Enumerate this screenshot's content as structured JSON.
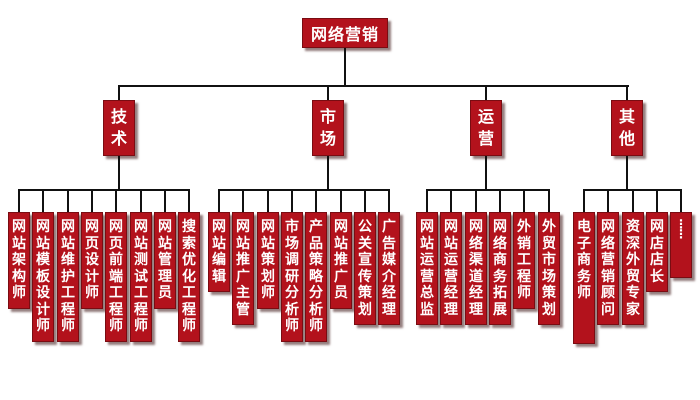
{
  "root": "网络营销",
  "categories": [
    {
      "label": "技术",
      "children": [
        "网站架构师",
        "网站模板设计师",
        "网站维护工程师",
        "网页设计师",
        "网页前端工程师",
        "网站测试工程师",
        "网站管理员",
        "搜索优化工程师"
      ]
    },
    {
      "label": "市场",
      "children": [
        "网站编辑",
        "网站推广主管",
        "网站策划师",
        "市场调研分析师",
        "产品策略分析师",
        "网站推广员",
        "公关宣传策划",
        "广告媒介经理"
      ]
    },
    {
      "label": "运营",
      "children": [
        "网站运营总监",
        "网站运营经理",
        "网络渠道经理",
        "网络商务拓展",
        "外销工程师",
        "外贸市场策划"
      ]
    },
    {
      "label": "其他",
      "children": [
        "电子商务师",
        "网络营销顾问",
        "资深外贸专家",
        "网店店长",
        "……"
      ]
    }
  ],
  "colors": {
    "box": "#b3121c",
    "line": "#111111"
  }
}
